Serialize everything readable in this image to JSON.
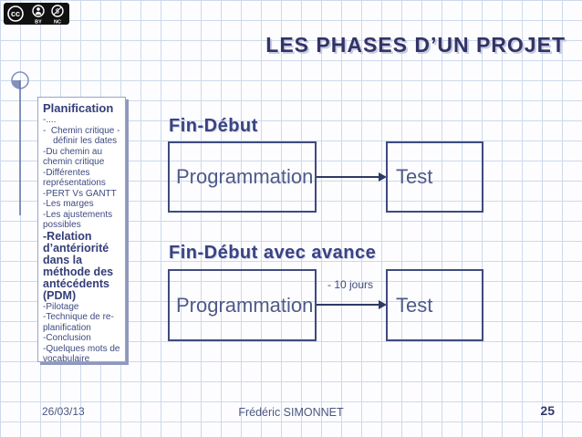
{
  "title": "LES PHASES D’UN PROJET",
  "license": {
    "cc": "cc",
    "by": "BY",
    "nc": "NC"
  },
  "sidebar": {
    "title": "Planification",
    "items": [
      {
        "text": "-...."
      },
      {
        "text": "-  Chemin critique -\n    définir les dates"
      },
      {
        "text": "-Du chemin au\nchemin critique"
      },
      {
        "text": "-Différentes\nreprésentations"
      },
      {
        "text": "-PERT Vs GANTT"
      },
      {
        "text": "-Les marges"
      },
      {
        "text": "-Les ajustements\npossibles"
      },
      {
        "text": "-Relation\nd’antériorité\ndans la\nméthode des\nantécédents\n(PDM)",
        "bold": true
      },
      {
        "text": "-Pilotage"
      },
      {
        "text": "-Technique de re-\nplanification"
      },
      {
        "text": "-Conclusion"
      },
      {
        "text": "-Quelques mots de\nvocabulaire"
      }
    ]
  },
  "diagrams": [
    {
      "heading": "Fin-Début",
      "source_box": "Programmation",
      "target_box": "Test",
      "arrow_label": ""
    },
    {
      "heading": "Fin-Début avec avance",
      "source_box": "Programmation",
      "target_box": "Test",
      "arrow_label": "- 10 jours"
    }
  ],
  "footer": {
    "date": "26/03/13",
    "author": "Frédéric SIMONNET",
    "page": "25"
  },
  "colors": {
    "navy_title": "#333366",
    "box_border": "#3f4a7e",
    "box_text": "#4e5a87",
    "arrow": "#2e3a66",
    "grid_line": "#cdd9eb",
    "sidebar_border": "#9aa4c8"
  }
}
